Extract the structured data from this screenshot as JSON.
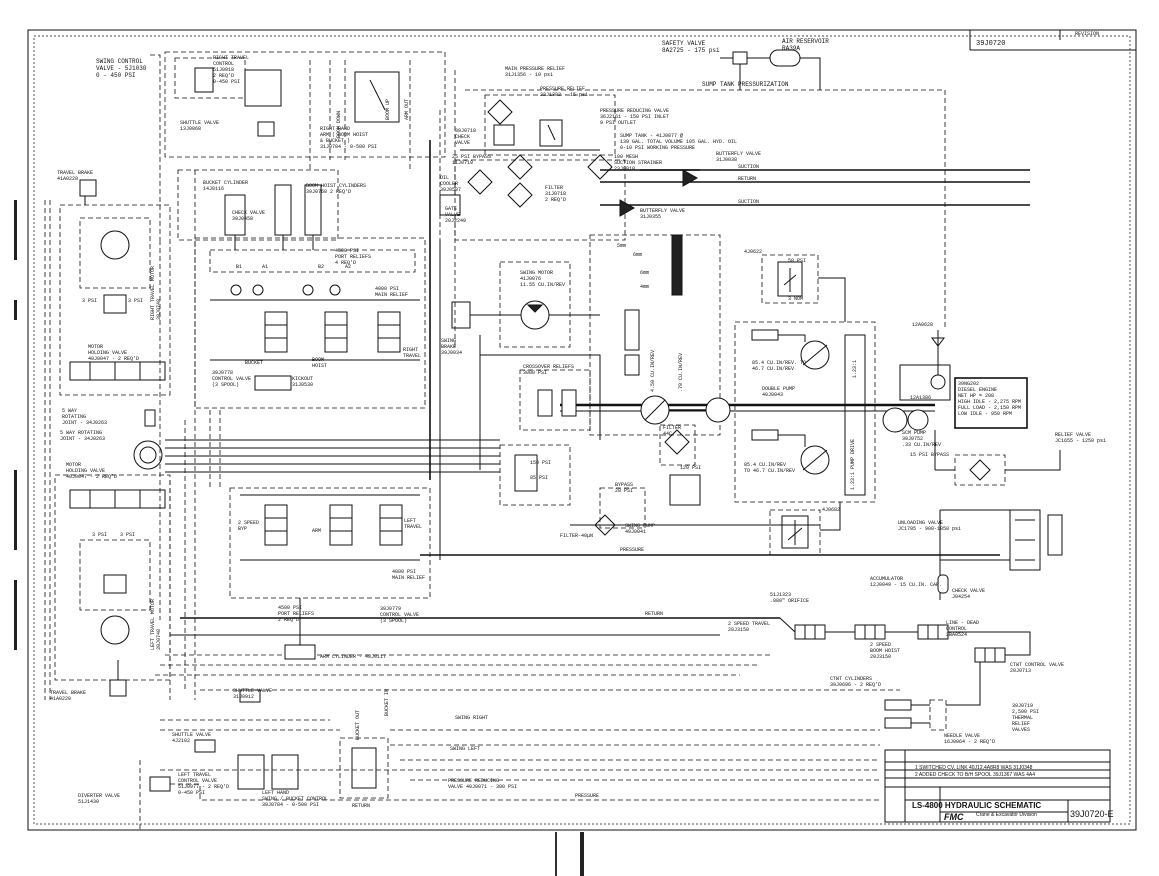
{
  "drawing_number_top": "39J0720",
  "top_right_header": "REVISION",
  "labels": {
    "safety_valve": "SAFETY VALVE\n8A2725 - 175 psi",
    "air_reservoir": "AIR RESERVOIR\nRA39A",
    "sump_tank_pressurization": "SUMP TANK PRESSURIZATION",
    "swing_control_valve": "SWING CONTROL\nVALVE - 5J1030\n0 - 450 PSI",
    "right_travel_control": "RIGHT TRAVEL\nCONTROL\n51J0918\n2 REQ'D\n0-450 PSI",
    "shuttle_valve_top": "SHUTTLE VALVE\n13J0068",
    "right_hand_arm": "RIGHT HAND\nARM ( BOOM HOIST\n& BUCKET )\n31J0784 - 0-500 PSI",
    "main_pressure_relief": "MAIN PRESSURE RELIEF\n31J1356 - 10 psi",
    "pressure_relief": "PRESSURE RELIEF\n22J1382 - 15 psi",
    "pressure_reducing_valve_top": "PRESSURE REDUCING VALVE\n36J2161 - 150 PSI INLET\n9 PSI OUTLET",
    "check_valve_top": "39J0718\nCHECK\nVALVE",
    "sump_tank": "SUMP TANK - 41J0877 @\n139 GAL. TOTAL VOLUME 105 GAL. HYD. OIL\n0-10 PSI WORKING PRESSURE",
    "suction_strainer": "100 MESH\nSUCTION STRAINER\n23J0010",
    "butterfly_valve_1": "BUTTERFLY VALVE\n31J0038",
    "bypass_psi": "25 PSI BYPASS\n11J0719",
    "oil_cooler": "OIL\nCOOLER\n39J0597",
    "filter_top": "FILTER\n31J0718\n2 REQ'D",
    "gate_valve": "GATE\nVALVE\n20J2249",
    "butterfly_valve_2": "BUTTERFLY VALVE\n31J0355",
    "suction_1": "SUCTION",
    "return_1": "RETURN",
    "suction_2": "SUCTION",
    "travel_brake_top": "TRAVEL BRAKE\n41A0220",
    "bucket_cylinder": "BUCKET CYLINDER\n14J0116",
    "boom_hoist_cylinders": "BOOM HOIST CYLINDERS\n39J0768 2 REQ'D",
    "check_valve_mid": "CHECK VALVE\n39J0458",
    "port_reliefs_top": "4500 PSI\nPORT RELIEFS\n4 REQ'D",
    "main_relief_top": "4000 PSI\nMAIN RELIEF",
    "control_valve_top": "39J0778\nCONTROL VALVE\n(3 SPOOL)",
    "bucket": "BUCKET",
    "boom_hoist": "BOOM\nHOIST",
    "right_travel_spool": "RIGHT\nTRAVEL",
    "kickout": "KICKOUT\n31J0530",
    "swing_motor": "SWING MOTOR\n41J0076\n11.55 CU.IN/REV",
    "swing_brake": "SWING\nBRAKE\n39J0034",
    "crossover_reliefs": "CROSSOVER RELIEFS\n3000 PSI",
    "pump_4_50": "4.50 CU.IN/REV",
    "pump_78": ".78 CU.IN/REV",
    "mm_5": "5mm",
    "mm_6a": "6mm",
    "mm_6b": "6mm",
    "mm_4": "4mm",
    "valve_4j0622": "4J0622",
    "psi_50": "50 PSI",
    "nom_3": "3 NOM",
    "valve_12a0628": "12A0628",
    "pump_top_disp": "85.4 CU.IN/REV. TO\n46.7 CU.IN/REV",
    "double_pump": "DOUBLE PUMP\n40J0043",
    "ratio_1": "1.23:1",
    "diesel_engine": "39NG202\nDIESEL ENGINE\nNET HP = 208\nHIGH IDLE - 2,275 RPM\nFULL LOAD - 2,150 RPM\nLOW IDLE - 950 RPM",
    "valve_12a1386": "12A1386",
    "scm_pump": "SCM PUMP\n39J0752\n.33 CU.IN/REV",
    "pump_bot_disp": "85.4 CU.IN/REV\nTO 46.7 CU.IN/REV",
    "pump_drive": "1.23:1 PUMP DRIVE",
    "relief_valve_right": "RELIEF VALVE\nJC1655 - 1250 psi",
    "bypass_15": "15 PSI BYPASS",
    "filter_44c": "FILTER\n44C",
    "psi_120": "120 PSI",
    "psi_150": "150 PSI",
    "psi_85": "85 PSI",
    "bypass_28": "BYPASS\n28 PSI",
    "swing_pump": "SWING PUMP\n40J0041",
    "filter_bot": "FILTER-40μN",
    "valve_4j0682": "4J0682",
    "unloading_valve": "UNLOADING VALVE\nJC1795 - 900-1050 psi",
    "pressure_1": "PRESSURE",
    "accumulator": "ACCUMULATOR\n12J0049 - 15 CU.IN. CAP.",
    "check_valve_right": "CHECK VALVE\nJ04254",
    "orifice": "51J1323\n.080\" ORIFICE",
    "return_2": "RETURN",
    "two_speed_travel": "2 SPEED TRAVEL\n20J3150",
    "two_speed_boom": "2 SPEED\nBOOM HOIST\n20J3150",
    "line_dead": "LINE - DEAD\nCONTROL\n2BA0524",
    "ctwt_control": "CTWT CONTROL VALVE\n20J0713",
    "ctwt_cylinders": "CTWT CYLINDERS\n39J0696 - 2 REQ'D",
    "thermal_relief": "39J0719\n2,500 PSI\nTHERMAL\nRELIEF\nVALVES",
    "needle_valve": "NEEDLE VALVE\n16J0064 - 2 REQ'D",
    "rotating_joint": "5 WAY ROTATING\nJOINT - 34J0263",
    "rotating_joint_2": "5 WAY\nROTATING\nJOINT - 34J0263",
    "motor_holding_top": "MOTOR\nHOLDING VALVE\n40J0047 - 2 REQ'D",
    "motor_holding_bot": "MOTOR\nHOLDING VALVE\n40J0047 - 2 REQ'D",
    "right_travel_motor": "RIGHT TRAVEL MOTOR\n39J0748",
    "left_travel_motor": "LEFT TRAVEL MOTOR\n39J0748",
    "travel_brake_bot": "TRAVEL BRAKE\n41A0220",
    "psi_3a": "3 PSI",
    "psi_3b": "3 PSI",
    "psi_3c": "3 PSI",
    "psi_3d": "3 PSI",
    "two_speed_byp": "2 SPEED\nBYP",
    "arm": "ARM",
    "left_travel_spool": "LEFT\nTRAVEL",
    "main_relief_bot": "4000 PSI\nMAIN RELIEF",
    "port_reliefs_bot": "4500 PSI\nPORT RELIEFS\n2 REQ'D",
    "control_valve_bot": "39J0779\nCONTROL VALVE\n(3 SPOOL)",
    "arm_cylinder": "ARM CYLINDER - 40J0117",
    "shuttle_valve_bot": "SHUTTLE VALVE\n31J0912",
    "shuttle_valve_left": "SHUTTLE VALVE\n4J2102",
    "swing_right": "SWING RIGHT",
    "swing_left": "SWING LEFT",
    "left_travel_control": "LEFT TRAVEL\nCONTROL VALVE\n51J0977 - 2 REQ'D\n0-450 PSI",
    "left_hand_arm": "LEFT HAND\nSWING / BUCKET CONTROL\n39J0784 - 0-500 PSI",
    "diverter_valve": "DIVERTER VALVE\n51J1430",
    "pressure_reducing_bot": "PRESSURE REDUCING\nVALVE 40J0071 - 300 PSI",
    "pressure_2": "PRESSURE",
    "return_3": "RETURN",
    "boom_down": "BOOM DOWN",
    "boom_up": "BOOM UP",
    "arm_out": "ARM OUT",
    "bucket_out": "BUCKET OUT",
    "bucket_in": "BUCKET IN",
    "a1": "A1",
    "a2": "A2",
    "b1": "B1",
    "b2": "B2"
  },
  "title_block": {
    "title": "LS-4800 HYDRAULIC SCHEMATIC",
    "company": "FMC",
    "division": "Crane & Excavator\nDivision",
    "drawing_number": "39J0720-E",
    "revision_1": "1 SWITCHED CV, LINK 40J12,4A8R8 WAS 31J0348",
    "revision_2": "2 ADDED CHECK TO B/H SPOOL 39J1367 WAS 4A4"
  }
}
